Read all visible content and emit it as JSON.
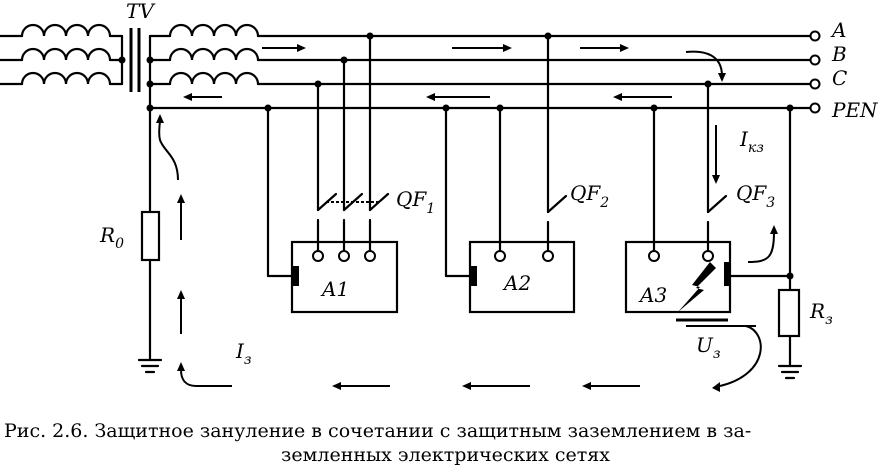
{
  "diagram": {
    "transformer_label": "TV",
    "phase_a": "A",
    "phase_b": "B",
    "phase_c": "C",
    "pen": "PEN",
    "r0_main": "R",
    "r0_sub": "0",
    "rz_main": "R",
    "rz_sub": "з",
    "ikz_main": "I",
    "ikz_sub": "кз",
    "iz_main": "I",
    "iz_sub": "з",
    "uz_main": "U",
    "uz_sub": "з",
    "qf1_main": "QF",
    "qf1_sub": "1",
    "qf2_main": "QF",
    "qf2_sub": "2",
    "qf3_main": "QF",
    "qf3_sub": "3",
    "a1": "A1",
    "a2": "A2",
    "a3": "A3"
  },
  "caption": {
    "line1": "Рис. 2.6. Защитное зануление в сочетании с защитным заземлением в за-",
    "line2": "земленных электрических сетях"
  }
}
